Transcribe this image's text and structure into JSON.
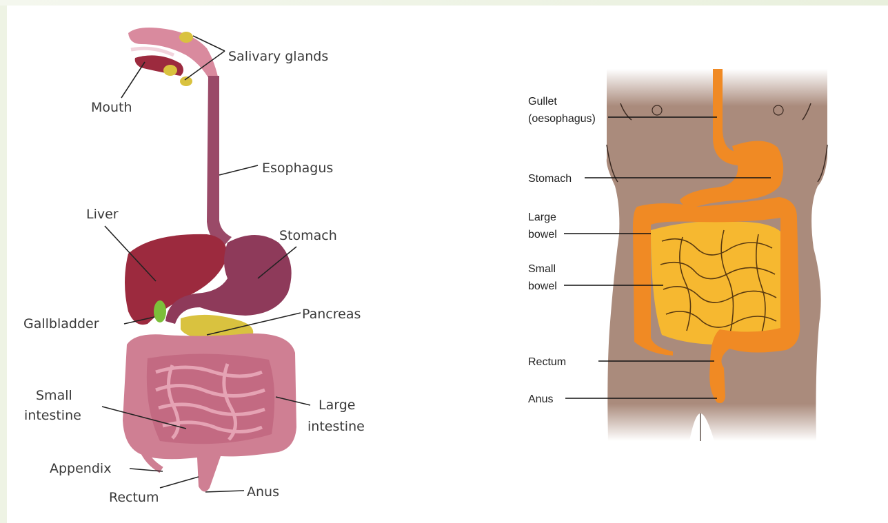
{
  "left_diagram": {
    "labels": {
      "salivary_glands": "Salivary glands",
      "mouth": "Mouth",
      "esophagus": "Esophagus",
      "liver": "Liver",
      "stomach": "Stomach",
      "gallbladder": "Gallbladder",
      "pancreas": "Pancreas",
      "small_intestine_1": "Small",
      "small_intestine_2": "intestine",
      "large_intestine_1": "Large",
      "large_intestine_2": "intestine",
      "appendix": "Appendix",
      "rectum": "Rectum",
      "anus": "Anus"
    }
  },
  "right_diagram": {
    "labels": {
      "gullet_1": "Gullet",
      "gullet_2": "(oesophagus)",
      "stomach": "Stomach",
      "large_bowel_1": "Large",
      "large_bowel_2": "bowel",
      "small_bowel_1": "Small",
      "small_bowel_2": "bowel",
      "rectum": "Rectum",
      "anus": "Anus"
    }
  },
  "colors": {
    "background_accent": "#eef3e4",
    "liver": "#9c2a3e",
    "stomach": "#8e3a5a",
    "intestine": "#cf7f93",
    "pancreas": "#d9c23f",
    "gallbladder": "#7cbf3a",
    "skin": "#aa8b7c",
    "bowel_orange": "#f08a24",
    "small_bowel_yellow": "#f6b830"
  }
}
